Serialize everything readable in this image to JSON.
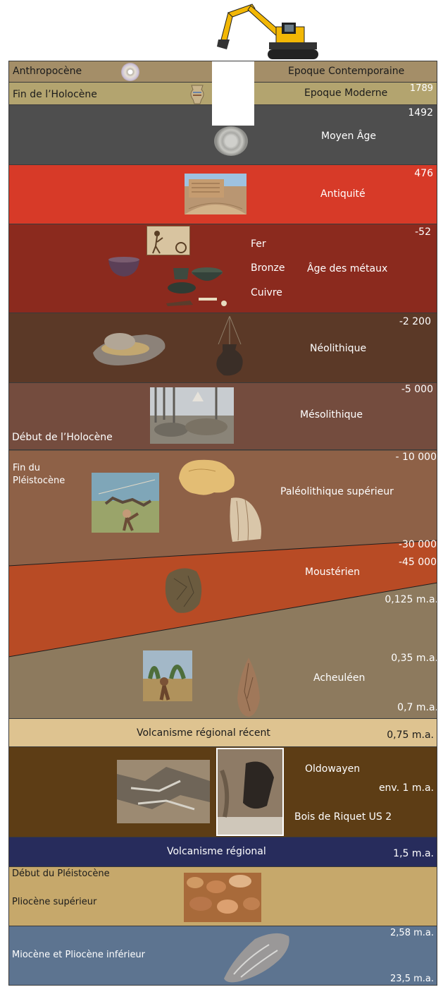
{
  "colors": {
    "anthropocene": "#a48e68",
    "fin_holocene": "#b3a46f",
    "moyen_age": "#4e4e4e",
    "antiquite": "#d73a28",
    "metaux": "#8b2a1e",
    "neolithique": "#5b3927",
    "mesolithique": "#744c3e",
    "paleo_sup": "#8e6147",
    "mousterien": "#b84b25",
    "acheuleen": "#8d7a5e",
    "volcanisme_recent": "#dec390",
    "oldowayen": "#5d3d15",
    "volcanisme": "#272c5c",
    "pleistocene": "#c6a86b",
    "miocene": "#5d7490"
  },
  "bands": {
    "anthropocene": {
      "left": "Anthropocène",
      "right": "Epoque Contemporaine"
    },
    "fin_holocene": {
      "left": "Fin de l’Holocène",
      "right": "Epoque Moderne",
      "date": "1789"
    },
    "moyen_age": {
      "label": "Moyen Âge",
      "date": "1492"
    },
    "antiquite": {
      "label": "Antiquité",
      "date": "476"
    },
    "metaux": {
      "label": "Âge des métaux",
      "date": "-52",
      "sub": [
        "Fer",
        "Bronze",
        "Cuivre"
      ]
    },
    "neolithique": {
      "label": "Néolithique",
      "date": "-2 200"
    },
    "mesolithique": {
      "label": "Mésolithique",
      "date": "-5 000",
      "left": "Début de l’Holocène"
    },
    "paleo_sup": {
      "label": "Paléolithique supérieur",
      "date": "- 10 000",
      "left_line1": "Fin du",
      "left_line2": "Pléistocène"
    },
    "mousterien": {
      "label": "Moustérien",
      "date1": "-30 000",
      "date2": "-45 000"
    },
    "acheuleen": {
      "label": "Acheuléen",
      "date1": "0,125 m.a.",
      "date2": "0,35 m.a.",
      "date3": "0,7 m.a."
    },
    "volcanisme_recent": {
      "label": "Volcanisme régional récent",
      "date": "0,75 m.a."
    },
    "oldowayen": {
      "label": "Oldowayen",
      "date": "env. 1 m.a.",
      "site": "Bois de Riquet US 2"
    },
    "volcanisme": {
      "label": "Volcanisme régional",
      "date": "1,5 m.a."
    },
    "pleistocene": {
      "left1": "Début du Pléistocène",
      "left2": "Pliocène supérieur"
    },
    "miocene": {
      "label": "Miocène et Pliocène inférieur",
      "date1": "2,58 m.a.",
      "date2": "23,5 m.a."
    }
  },
  "icons": [
    "excavator-icon",
    "cd-disc-icon",
    "vase-icon",
    "seal-icon",
    "theatre-photo",
    "fresco-icon",
    "bronze-bowl-icon",
    "iron-blade-icon",
    "grinding-stone-icon",
    "hanging-pot-icon",
    "forest-photo",
    "bison-carving-icon",
    "hunters-illustration",
    "biface-icon",
    "chopper-icon",
    "hominid-illustration",
    "handaxe-icon",
    "breccia-photo",
    "cave-photo",
    "pebbles-photo",
    "oyster-fossil-icon"
  ]
}
